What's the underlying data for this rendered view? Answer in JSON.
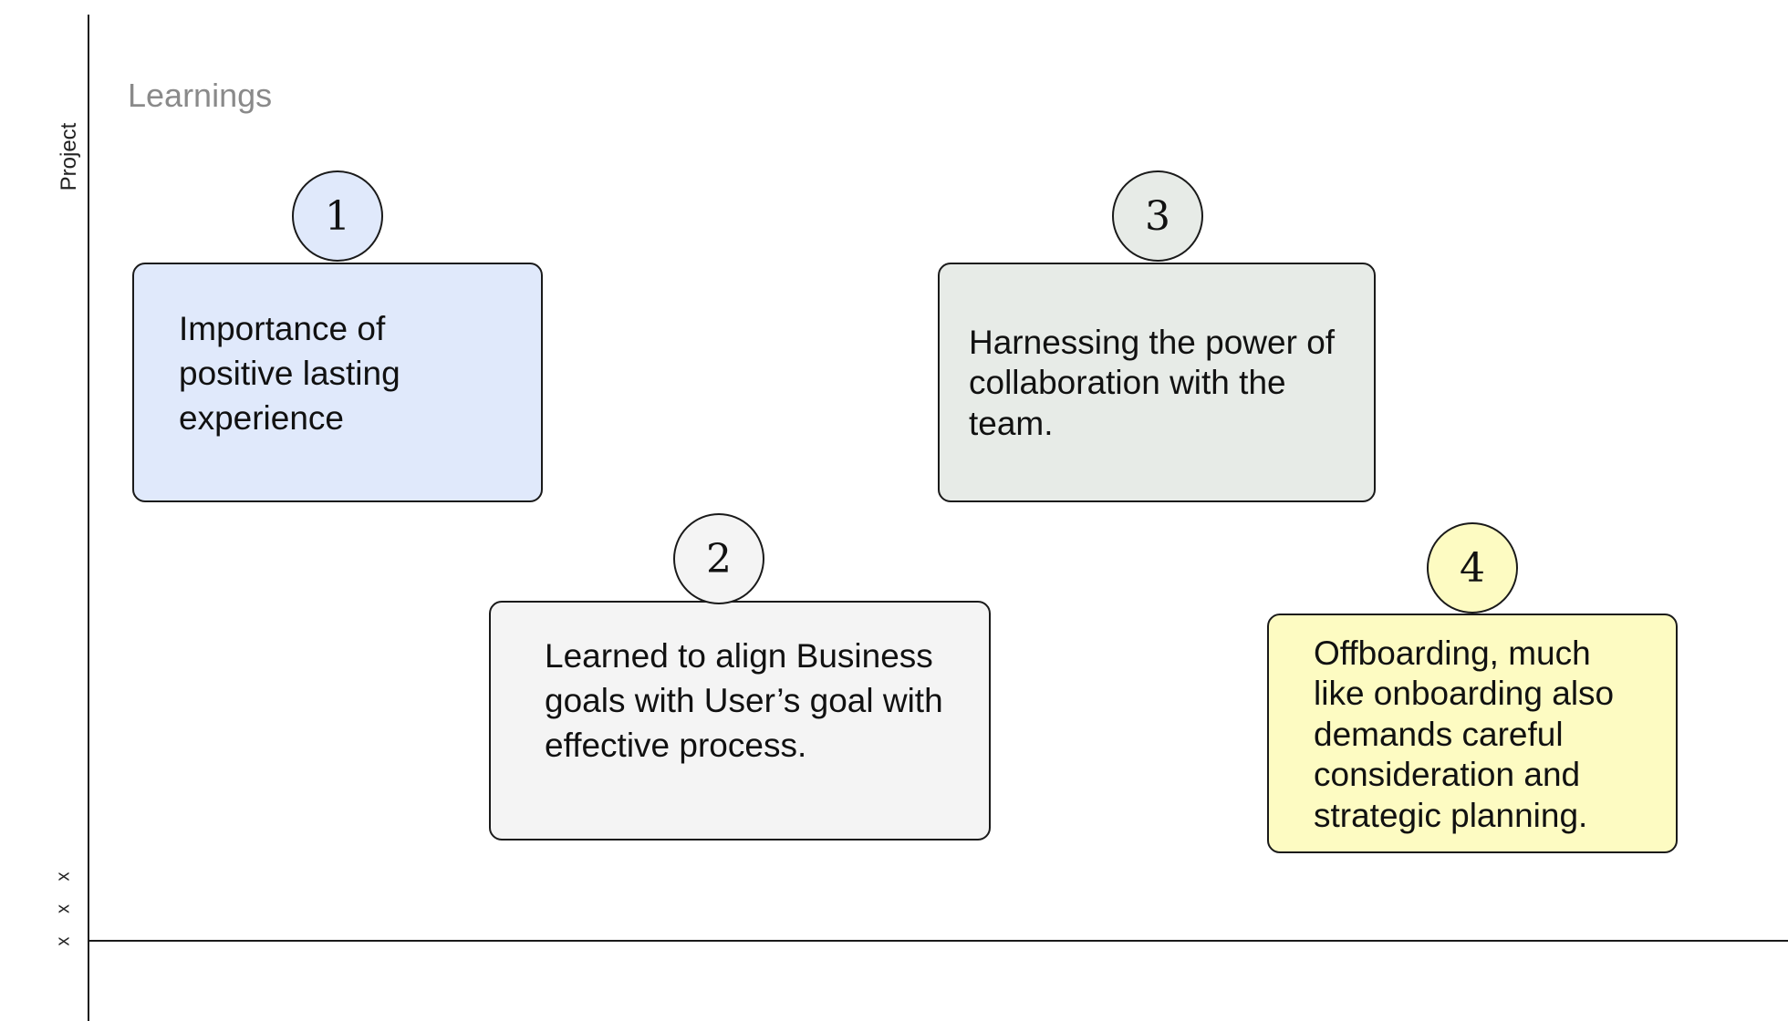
{
  "side_label": "Project",
  "side_marks": "x x x",
  "title": "Learnings",
  "items": [
    {
      "number": "1",
      "text": "Importance of positive lasting experience",
      "color": "#e0e9fb"
    },
    {
      "number": "2",
      "text": "Learned to align Business goals with User’s goal with effective process.",
      "color": "#f4f4f4"
    },
    {
      "number": "3",
      "text": "Harnessing the power of collaboration with the team.",
      "color": "#e7ebe7"
    },
    {
      "number": "4",
      "text": "Offboarding, much like onboarding also demands careful consideration and strategic planning.",
      "color": "#fdfbc2"
    }
  ]
}
